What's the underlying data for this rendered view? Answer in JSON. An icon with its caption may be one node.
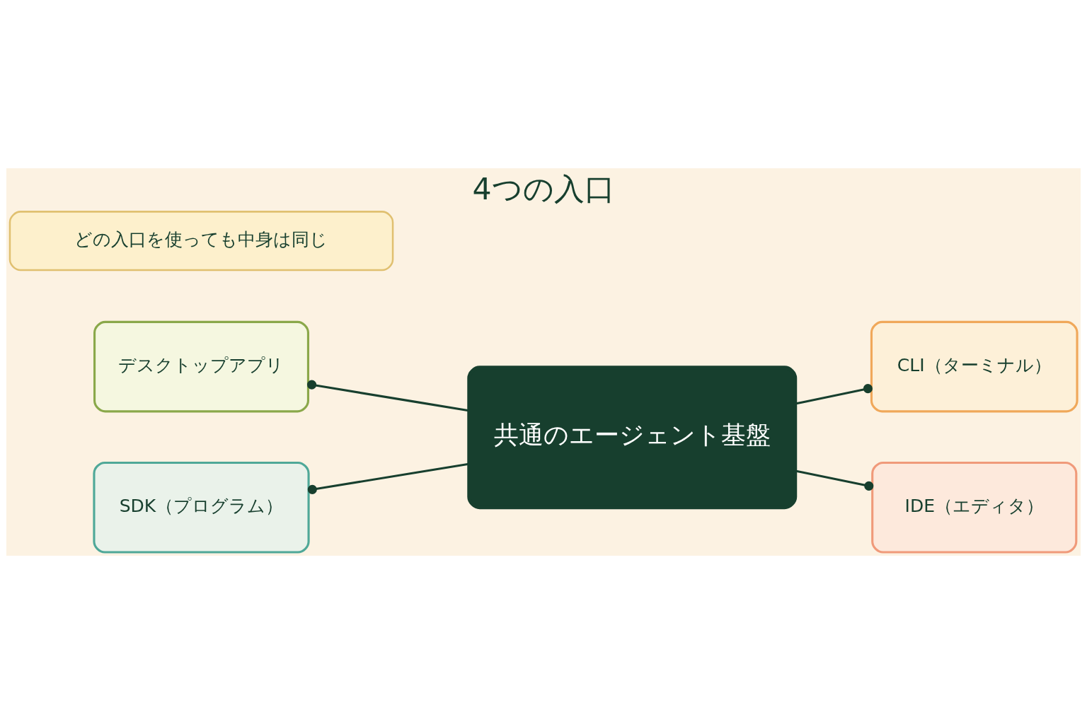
{
  "diagram": {
    "title": "4つの入口",
    "nodes": [
      {
        "text": [
          "デスクトップアプリ"
        ]
      },
      {
        "text": [
          "CLI（ターミナル）"
        ]
      },
      {
        "text": [
          "共通のエージェント基盤"
        ]
      },
      {
        "text": [
          "SDK（プログラム）"
        ]
      },
      {
        "text": [
          "IDE（エディタ）"
        ]
      },
      {
        "text": [
          "どの入口を使っても中身は同じ"
        ]
      }
    ],
    "edges": [
      {
        "from": 2,
        "to": 0,
        "arrow": "other"
      },
      {
        "from": 2,
        "to": 1,
        "arrow": "other"
      },
      {
        "from": 2,
        "to": 3,
        "arrow": "other"
      },
      {
        "from": 2,
        "to": 4,
        "arrow": "other"
      }
    ]
  }
}
